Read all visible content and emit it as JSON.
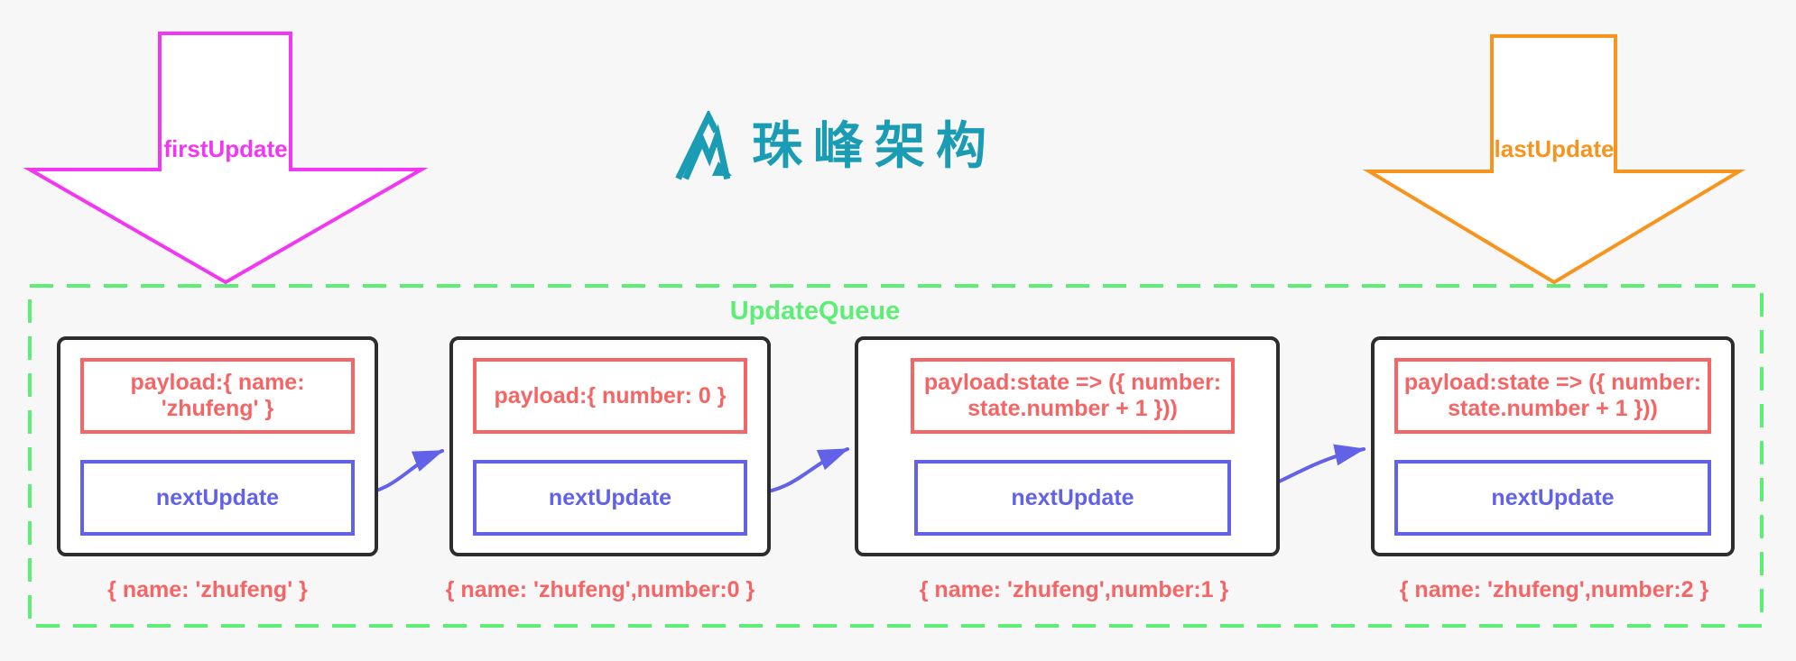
{
  "logo": {
    "text": "珠峰架构",
    "icon": "mountain-logo-icon"
  },
  "arrows": {
    "first": {
      "label": "firstUpdate",
      "color": "#f237f2"
    },
    "last": {
      "label": "lastUpdate",
      "color": "#f7941e"
    }
  },
  "queue": {
    "title": "UpdateQueue",
    "nodes": [
      {
        "payload": "payload:{ name: 'zhufeng' }",
        "next_label": "nextUpdate",
        "state": "{ name: 'zhufeng' }"
      },
      {
        "payload": "payload:{ number: 0 }",
        "next_label": "nextUpdate",
        "state": "{ name: 'zhufeng',number:0 }"
      },
      {
        "payload": "payload:state => ({ number:\nstate.number + 1 }))",
        "next_label": "nextUpdate",
        "state": "{ name: 'zhufeng',number:1 }"
      },
      {
        "payload": "payload:state => ({ number:\nstate.number + 1 }))",
        "next_label": "nextUpdate",
        "state": "{ name: 'zhufeng',number:2 }"
      }
    ]
  },
  "colors": {
    "background": "#f7f7f8",
    "magenta": "#f237f2",
    "orange": "#f7941e",
    "green": "#5dee76",
    "red": "#f66565",
    "blue": "#6262e8",
    "node_border": "#2d2d2d",
    "teal": "#1a9cb4",
    "white": "#ffffff"
  }
}
